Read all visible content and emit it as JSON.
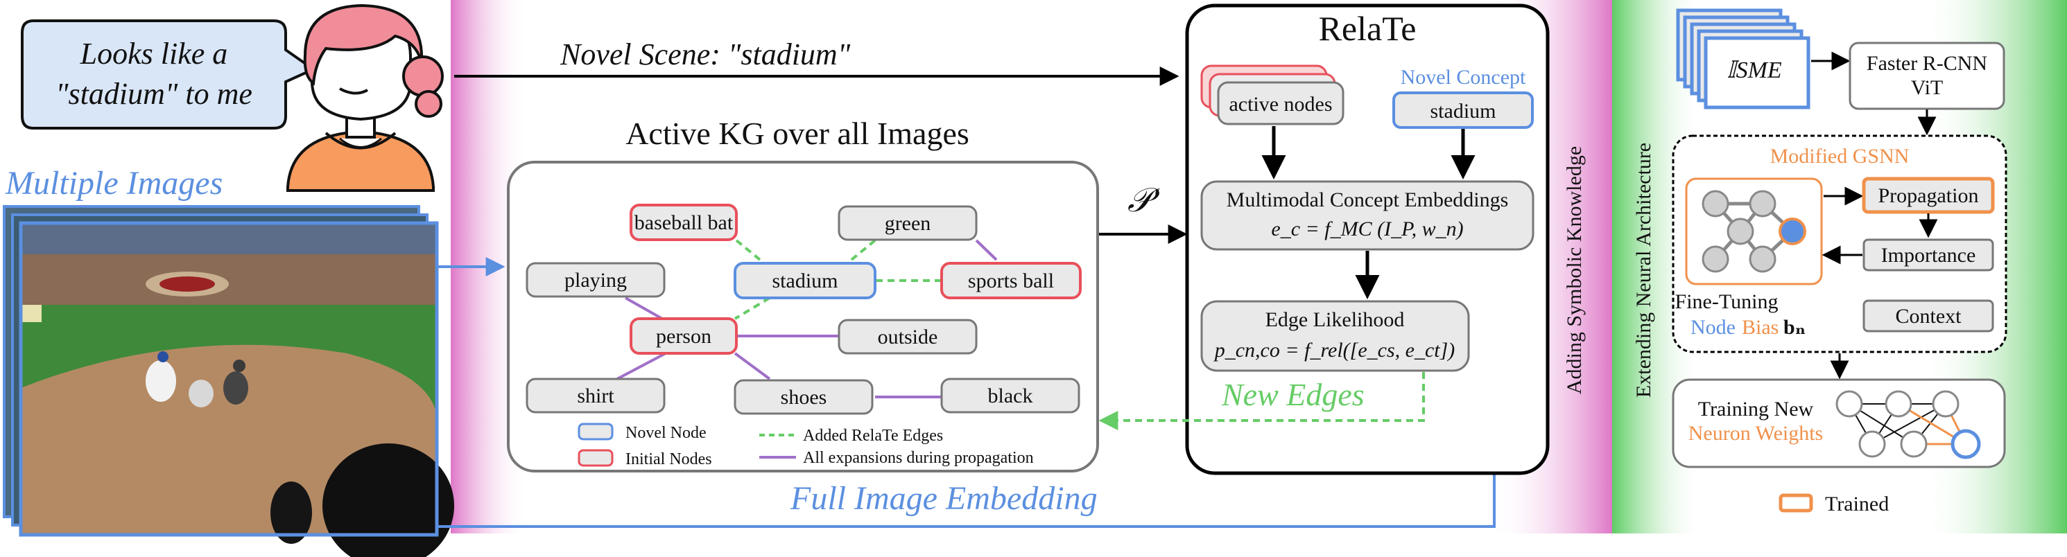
{
  "speech": {
    "line1": "Looks like a",
    "line2": "\"stadium\" to me"
  },
  "labels": {
    "multiple_images": "Multiple Images",
    "novel_scene": "Novel Scene: \"stadium\"",
    "full_image_embedding": "Full Image Embedding",
    "new_edges": "New Edges",
    "p_prime": "𝒫′"
  },
  "kg": {
    "title": "Active KG over all Images",
    "nodes": {
      "baseball_bat": "baseball bat",
      "green": "green",
      "playing": "playing",
      "stadium": "stadium",
      "sports_ball": "sports ball",
      "person": "person",
      "outside": "outside",
      "shirt": "shirt",
      "shoes": "shoes",
      "black": "black"
    },
    "legend": {
      "novel_node": "Novel Node",
      "initial_nodes": "Initial Nodes",
      "added_edges": "Added RelaTe Edges",
      "expansions": "All expansions during propagation"
    }
  },
  "relate": {
    "title": "RelaTe",
    "active_nodes": "active nodes",
    "novel_concept": "Novel Concept",
    "stadium": "stadium",
    "mce_title": "Multimodal Concept Embeddings",
    "mce_formula": "e_c = f_MC (I_P, w_n)",
    "edge_title": "Edge Likelihood",
    "edge_formula": "p_cn,co = f_rel([e_cs, e_ct])"
  },
  "band_labels": {
    "symbolic": "Adding Symbolic Knowledge",
    "neural": "Extending Neural Architecture"
  },
  "arch": {
    "sme": "𝕀SME",
    "detector_line1": "Faster R-CNN",
    "detector_line2": "ViT",
    "gsnn_title": "Modified GSNN",
    "propagation": "Propagation",
    "importance": "Importance",
    "context": "Context",
    "finetuning": "Fine-Tuning",
    "node_word": "Node",
    "bias_word": "Bias",
    "bias_symbol": "bₙ",
    "training_new": "Training New",
    "neuron_weights": "Neuron Weights",
    "trained": "Trained"
  },
  "colors": {
    "blue": "#5b8fe0",
    "red": "#e8505b",
    "green": "#66cc66",
    "purple": "#a070c8",
    "orange": "#f0914b",
    "pink": "#e27fc4"
  }
}
